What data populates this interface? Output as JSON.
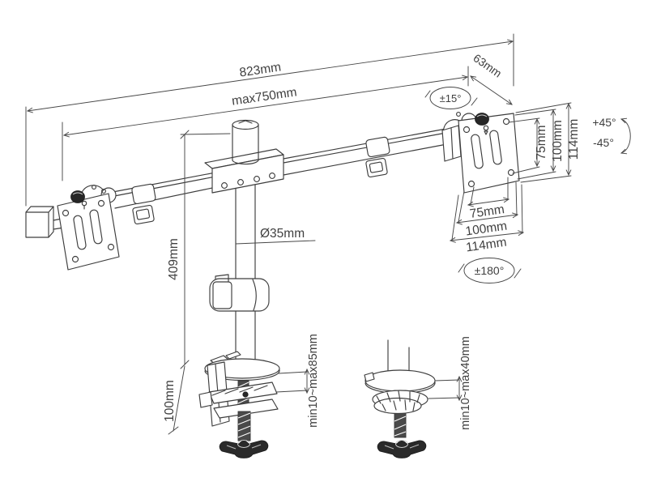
{
  "diagram": {
    "type": "technical-drawing",
    "subject": "dual-monitor-desk-mount-with-dimensions",
    "ink_color": "#3d3d3d",
    "background": "#ffffff",
    "labels": {
      "arm_total_width": "823mm",
      "arm_max_span": "max750mm",
      "head_offset": "63mm",
      "tilt_range": "±15°",
      "swivel_up": "+45°",
      "swivel_down": "-45°",
      "rotation_range": "±180°",
      "vesa_vertical": [
        "75mm",
        "100mm",
        "114mm"
      ],
      "vesa_horizontal": [
        "75mm",
        "100mm",
        "114mm"
      ],
      "pole_diameter": "Ø35mm",
      "pole_height": "409mm",
      "clamp_height": "100mm",
      "clamp_thickness_range": "min10~max85mm",
      "grommet_thickness_range": "min10~max40mm"
    }
  }
}
